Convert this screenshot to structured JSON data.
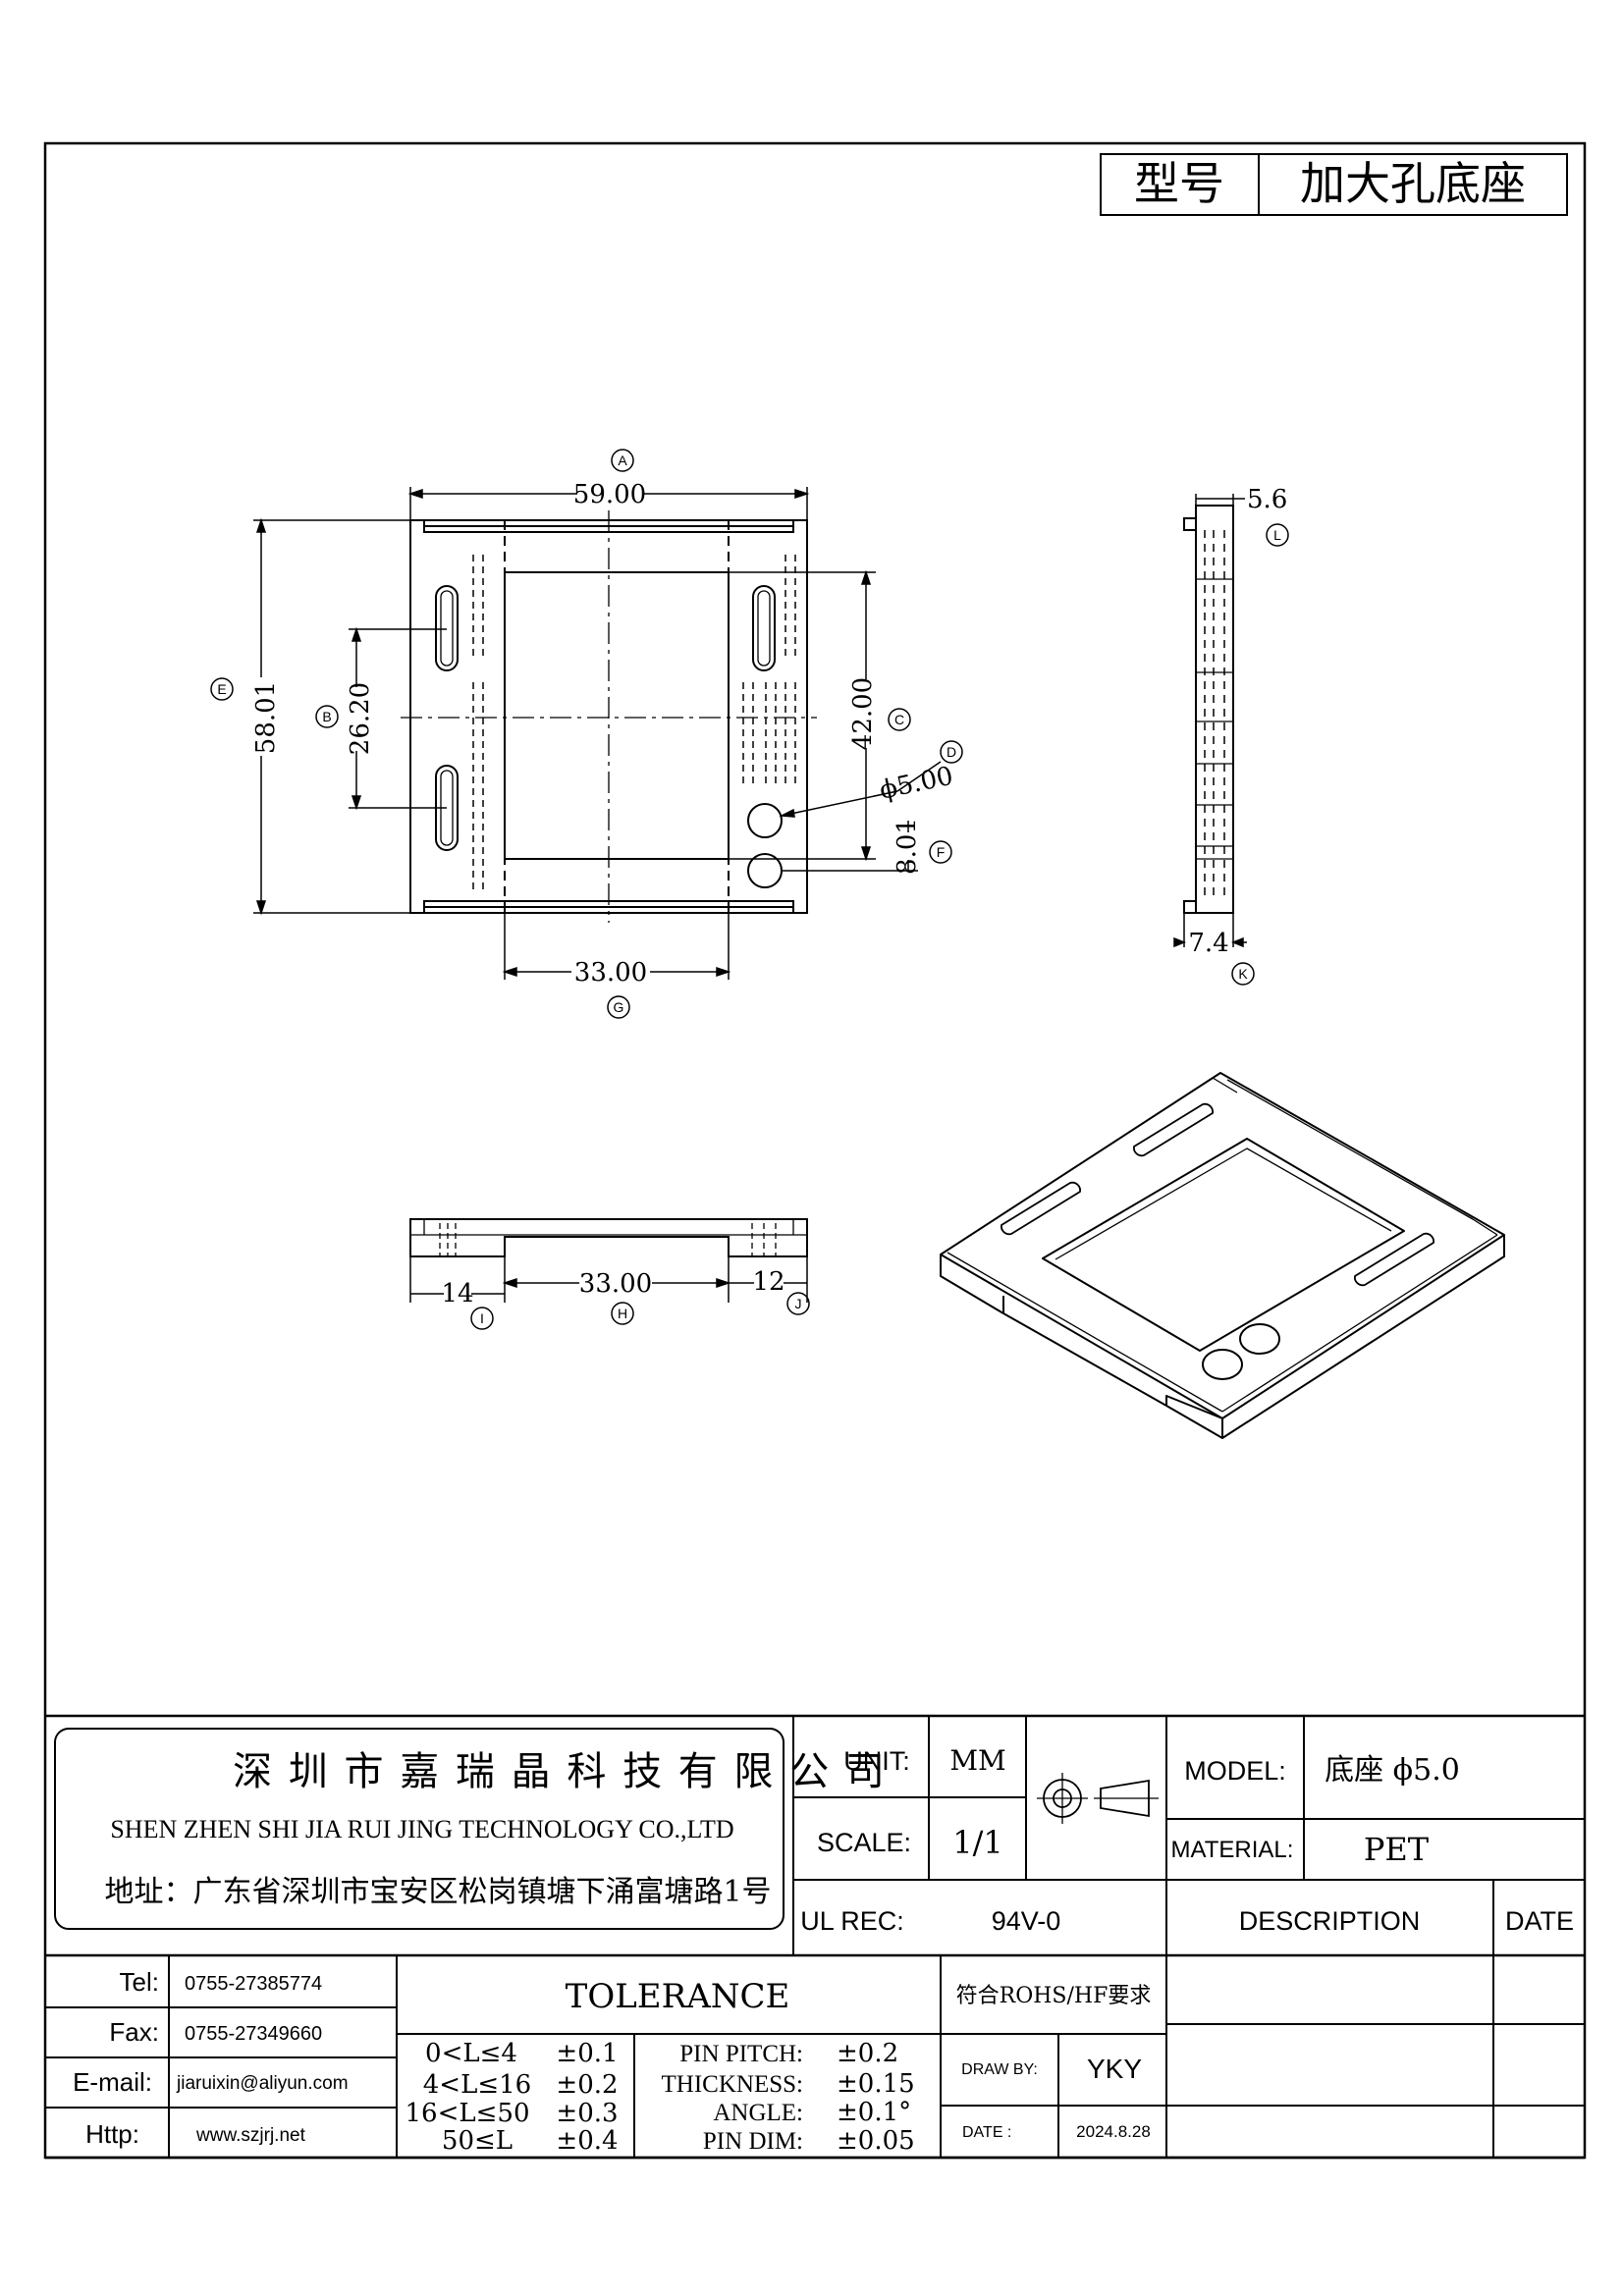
{
  "header": {
    "model_label": "型号",
    "model_value": "加大孔底座"
  },
  "dimensions": {
    "A": "A",
    "a_value": "59.00",
    "B": "B",
    "b_value": "26.20",
    "C": "C",
    "c_value": "42.00",
    "D": "D",
    "d_value": "ϕ5.00",
    "E": "E",
    "e_value": "58.01",
    "F": "F",
    "f_value": "8.01",
    "G": "G",
    "g_value": "33.00",
    "H": "H",
    "h_value": "33.00",
    "I": "I",
    "i_value": "14",
    "J": "J",
    "j_value": "12",
    "K": "K",
    "k_value": "7.4",
    "L": "L",
    "l_value": "5.6"
  },
  "company": {
    "name_cn": "深 圳 市 嘉 瑞 晶 科 技 有 限 公 司",
    "name_en": "SHEN ZHEN SHI  JIA RUI JING  TECHNOLOGY CO.,LTD",
    "address": "地址：广东省深圳市宝安区松岗镇塘下涌富塘路1号"
  },
  "spec": {
    "unit_label": "UNIT:",
    "unit_value": "MM",
    "scale_label": "SCALE:",
    "scale_value": "1/1",
    "model_label": "MODEL:",
    "model_value": "底座  ϕ5.0",
    "material_label": "MATERIAL:",
    "material_value": "PET",
    "ulrec_label": "UL REC:",
    "ulrec_value": "94V-0",
    "description_label": "DESCRIPTION",
    "date_label": "DATE"
  },
  "contact": {
    "tel_label": "Tel:",
    "tel_value": "0755-27385774",
    "fax_label": "Fax:",
    "fax_value": "0755-27349660",
    "email_label": "E-mail:",
    "email_value": "jiaruixin@aliyun.com",
    "http_label": "Http:",
    "http_value": "www.szjrj.net"
  },
  "tolerance": {
    "title": "TOLERANCE",
    "rows": [
      {
        "range": "0<L≤4",
        "tol": "±0.1"
      },
      {
        "range": "4<L≤16",
        "tol": "±0.2"
      },
      {
        "range": "16<L≤50",
        "tol": "±0.3"
      },
      {
        "range": "50≤L",
        "tol": "±0.4"
      }
    ],
    "items": [
      {
        "name": "PIN PITCH:",
        "tol": "±0.2"
      },
      {
        "name": "THICKNESS:",
        "tol": "±0.15"
      },
      {
        "name": "ANGLE:",
        "tol": "±0.1°"
      },
      {
        "name": "PIN DIM:",
        "tol": "±0.05"
      }
    ]
  },
  "compliance": "符合ROHS/HF要求",
  "drawn": {
    "draw_label": "DRAW BY:",
    "draw_value": "YKY",
    "date_label": "DATE :",
    "date_value": "2024.8.28"
  },
  "colors": {
    "line": "#000000",
    "paper": "#ffffff"
  }
}
